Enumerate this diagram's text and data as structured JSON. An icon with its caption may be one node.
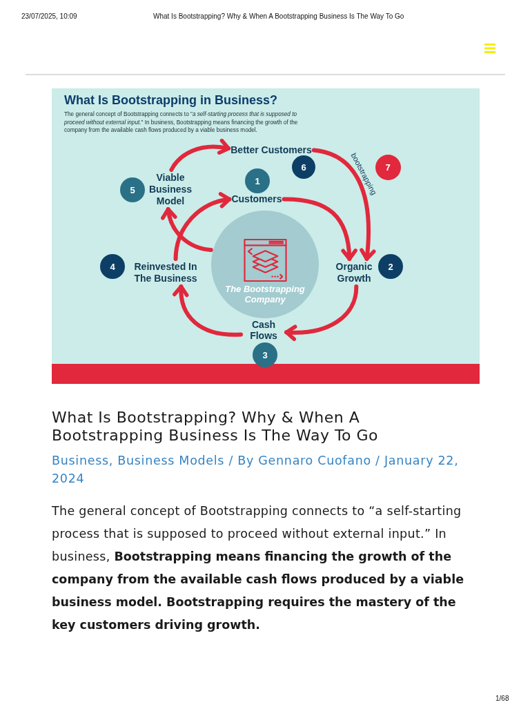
{
  "diagram": {
    "title": "What Is Bootstrapping in Business?",
    "nodes": [
      {
        "text": [
          "Better Customers"
        ]
      },
      {
        "text": [
          "6"
        ]
      },
      {
        "text": [
          "7"
        ]
      },
      {
        "text": [
          "5"
        ]
      },
      {
        "text": [
          "Viable Business Model"
        ]
      },
      {
        "text": [
          "1"
        ]
      },
      {
        "text": [
          "Customers"
        ]
      },
      {
        "text": [
          "The Bootstrapping Company"
        ]
      },
      {
        "text": [
          "4"
        ]
      },
      {
        "text": [
          "Reinvested In The Business"
        ]
      },
      {
        "text": [
          "Organic Growth"
        ]
      },
      {
        "text": [
          "2"
        ]
      },
      {
        "text": [
          "Cash Flows"
        ]
      },
      {
        "text": [
          "3"
        ]
      }
    ],
    "edges": [
      {
        "from": 4,
        "to": 0,
        "arrow": "to"
      },
      {
        "from": 0,
        "to": 10,
        "arrow": "to",
        "label": "bootstrapping"
      },
      {
        "from": 6,
        "to": 10,
        "arrow": "to"
      },
      {
        "from": 10,
        "to": 12,
        "arrow": "to"
      },
      {
        "from": 12,
        "to": 9,
        "arrow": "to"
      },
      {
        "from": 9,
        "to": 6,
        "arrow": "to"
      },
      {
        "from": 7,
        "to": 4,
        "arrow": "to"
      }
    ],
    "labels": [
      "23/07/2025, 10:09",
      "What Is Bootstrapping? Why & When A Bootstrapping Business Is The Way To Go",
      "The general concept of Bootstrapping connects to \"*a self-starting process that is supposed to proceed without external input.*\" In business, Bootstrapping means financing the growth of the company from the available cash flows produced by a viable business model.",
      "What Is Bootstrapping? Why & When A Bootstrapping Business Is The Way To Go",
      "Business, Business Models / By Gennaro Cuofano / January 22, 2024",
      "The general concept of Bootstrapping connects to “a self-starting process that is supposed to proceed without external input.” In business, **Bootstrapping means financing the growth of the company from the available cash flows produced by a viable business model. Bootstrapping requires the mastery of the key customers driving growth.**",
      "1/68"
    ]
  }
}
